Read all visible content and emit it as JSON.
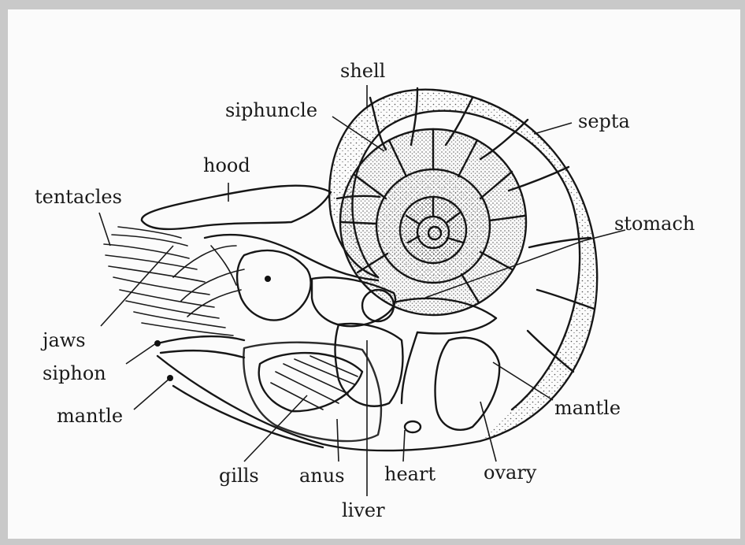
{
  "labels": {
    "shell": "shell",
    "siphuncle": "siphuncle",
    "septa": "septa",
    "hood": "hood",
    "tentacles": "tentacles",
    "stomach": "stomach",
    "jaws": "jaws",
    "siphon": "siphon",
    "mantle_left": "mantle",
    "mantle_right": "mantle",
    "gills": "gills",
    "anus": "anus",
    "heart": "heart",
    "ovary": "ovary",
    "liver": "liver"
  },
  "colors": {
    "background": "#c9c9c9",
    "panel": "#fbfbfb",
    "ink": "#161616"
  }
}
